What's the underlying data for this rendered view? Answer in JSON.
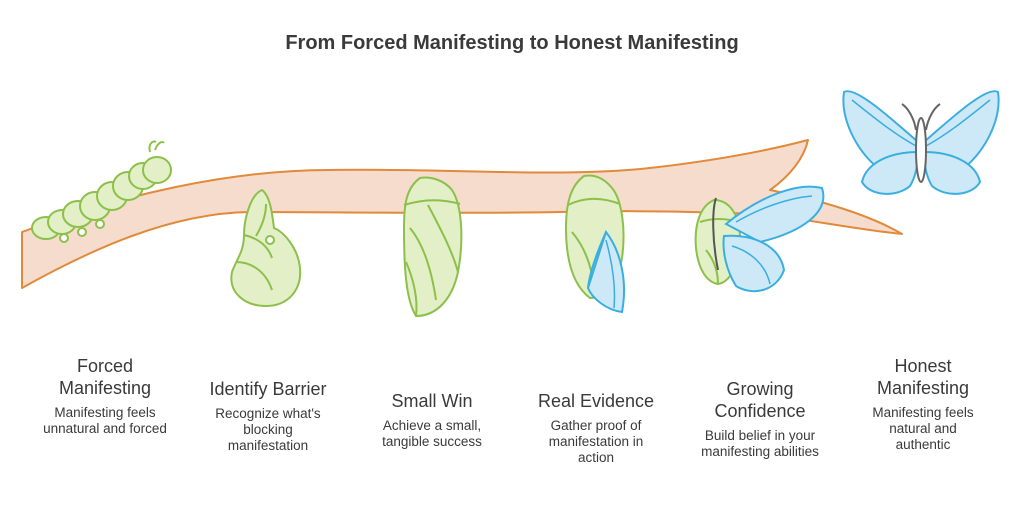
{
  "title": "From Forced Manifesting to Honest Manifesting",
  "colors": {
    "branch_fill": "#f6dccd",
    "branch_stroke": "#e08a3a",
    "chrysalis_fill": "#e2efc7",
    "chrysalis_stroke": "#8cc04a",
    "butterfly_fill": "#cde9f7",
    "butterfly_stroke": "#3aaee0"
  },
  "stages": [
    {
      "title_lines": [
        "Forced",
        "Manifesting"
      ],
      "desc_lines": [
        "Manifesting feels",
        "unnatural and forced"
      ]
    },
    {
      "title_lines": [
        "Identify Barrier"
      ],
      "desc_lines": [
        "Recognize what's",
        "blocking",
        "manifestation"
      ]
    },
    {
      "title_lines": [
        "Small Win"
      ],
      "desc_lines": [
        "Achieve a small,",
        "tangible success"
      ]
    },
    {
      "title_lines": [
        "Real Evidence"
      ],
      "desc_lines": [
        "Gather proof of",
        "manifestation in",
        "action"
      ]
    },
    {
      "title_lines": [
        "Growing",
        "Confidence"
      ],
      "desc_lines": [
        "Build belief in your",
        "manifesting abilities"
      ]
    },
    {
      "title_lines": [
        "Honest",
        "Manifesting"
      ],
      "desc_lines": [
        "Manifesting feels",
        "natural and",
        "authentic"
      ]
    }
  ]
}
